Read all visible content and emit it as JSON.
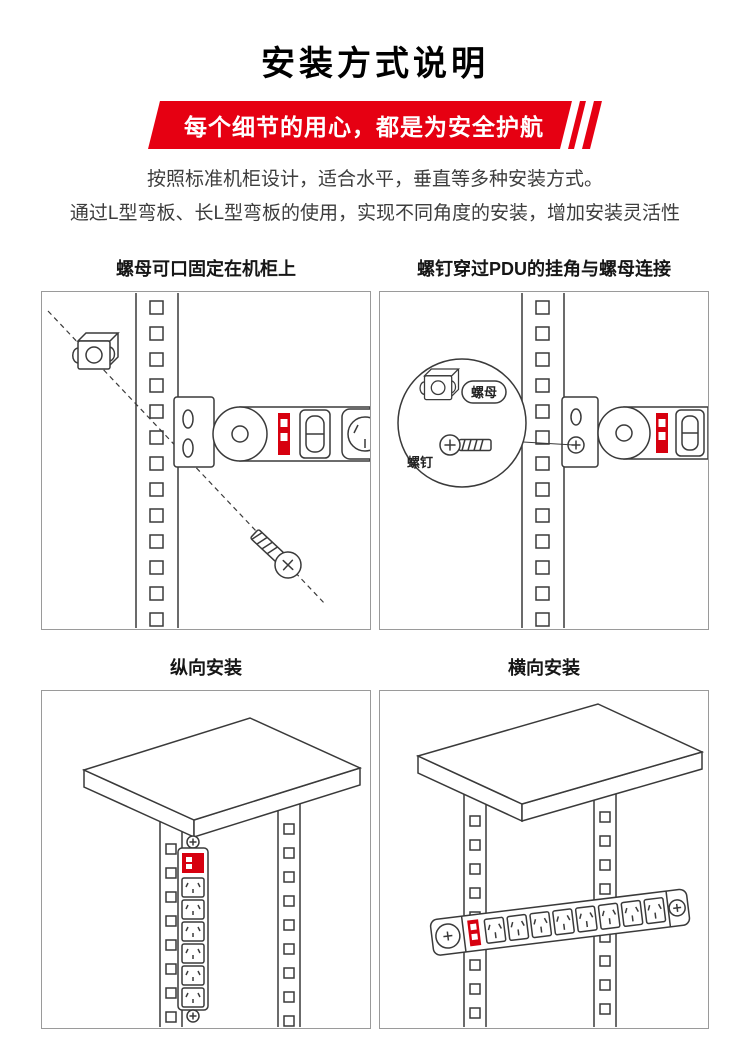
{
  "header": {
    "title": "安装方式说明",
    "banner": "每个细节的用心，都是为安全护航",
    "description": [
      "按照标准机柜设计，适合水平，垂直等多种安装方式。",
      "通过L型弯板、长L型弯板的使用，实现不同角度的安装，增加安装灵活性"
    ]
  },
  "panels": {
    "nut_fix": {
      "caption": "螺母可口固定在机柜上"
    },
    "screw_connect": {
      "caption": "螺钉穿过PDU的挂角与螺母连接",
      "callout": {
        "nut_label": "螺母",
        "screw_label": "螺钉"
      }
    },
    "vertical": {
      "caption": "纵向安装"
    },
    "horizontal": {
      "caption": "横向安装"
    }
  },
  "colors": {
    "banner_red": "#e60012",
    "pdu_label_red": "#d7000f",
    "line_color": "#3a3a3a",
    "panel_border": "#9a9a9a"
  }
}
